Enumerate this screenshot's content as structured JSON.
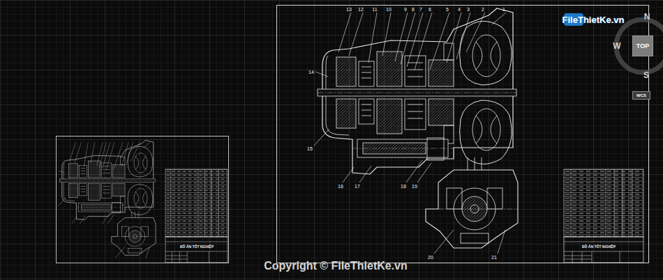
{
  "diagram": {
    "nodes": [
      {
        "text": [
          "TOP"
        ]
      },
      {
        "text": [
          "WCS"
        ]
      }
    ],
    "labels": [
      "13",
      "12",
      "11",
      "10",
      "9",
      "8",
      "7",
      "6",
      "5",
      "4",
      "3",
      "2",
      "1",
      "14",
      "15",
      "16",
      "17",
      "18",
      "19",
      "20",
      "21",
      "ĐỒ ÁN TỐT NGHIỆP",
      "ĐỒ ÁN TỐT NGHIỆP",
      "N",
      "W",
      "S",
      "FileThietKe.vn",
      "Copyright © FileThietKe.vn"
    ]
  }
}
